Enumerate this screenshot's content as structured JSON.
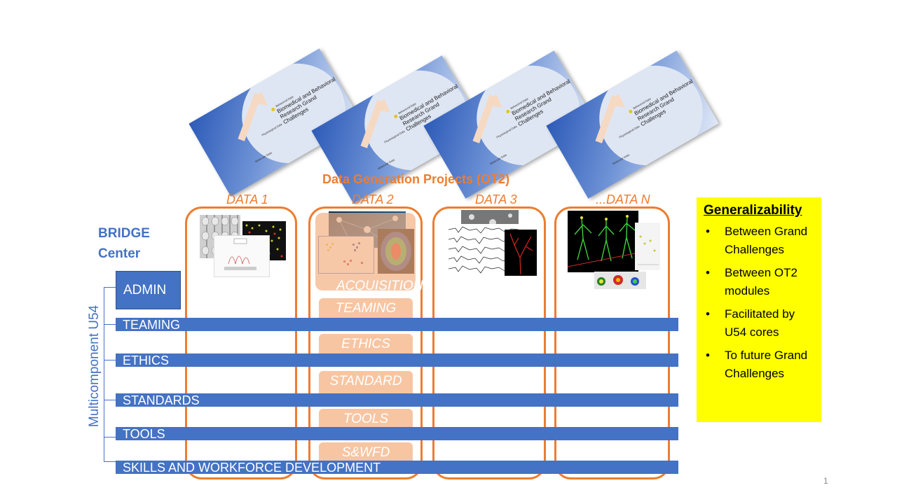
{
  "slides": {
    "labels": [
      "Behavioral Data",
      "Physiological Data",
      "Molecular Data"
    ],
    "text": "Biomedical and Behavioral Research Grand Challenges"
  },
  "ot2_title": "Data Generation Projects (OT2)",
  "data_labels": [
    "DATA 1",
    "DATA 2",
    "DATA 3",
    "...DATA N"
  ],
  "bridge_center": "BRIDGE Center",
  "vertical_label": "Multicomponent U54",
  "admin": "ADMIN",
  "bands": [
    "TEAMING",
    "ETHICS",
    "STANDARDS",
    "TOOLS",
    "SKILLS AND WORKFORCE DEVELOPMENT"
  ],
  "data2_overlays": [
    "ACQUISITION",
    "TEAMING",
    "ETHICS",
    "STANDARD",
    "TOOLS",
    "S&WFD"
  ],
  "generalizability": {
    "title": "Generalizability",
    "items": [
      "Between Grand Challenges",
      "Between OT2 modules",
      "Facilitated by U54 cores",
      "To future Grand Challenges"
    ]
  },
  "page_number": "1",
  "colors": {
    "orange": "#ed7d31",
    "blue": "#4472c4",
    "yellow": "#ffff00"
  }
}
